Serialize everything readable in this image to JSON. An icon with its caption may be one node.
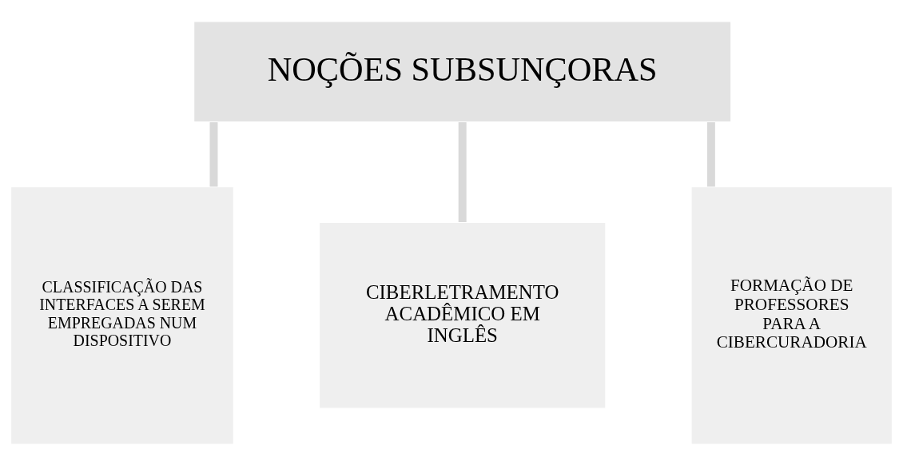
{
  "diagram": {
    "nodes": [
      {
        "text": [
          "NOÇÕES SUBSUNÇORAS"
        ]
      },
      {
        "text": [
          "CLASSIFICAÇÃO DAS INTERFACES A SEREM EMPREGADAS NUM DISPOSITIVO"
        ]
      },
      {
        "text": [
          "CIBERLETRAMENTO ACADÊMICO EM INGLÊS"
        ]
      },
      {
        "text": [
          "FORMAÇÃO DE PROFESSORES PARA A CIBERCURADORIA"
        ]
      }
    ],
    "edges": [
      {
        "from": 0,
        "to": 1,
        "arrow": "none"
      },
      {
        "from": 0,
        "to": 2,
        "arrow": "none"
      },
      {
        "from": 0,
        "to": 3,
        "arrow": "none"
      }
    ]
  }
}
